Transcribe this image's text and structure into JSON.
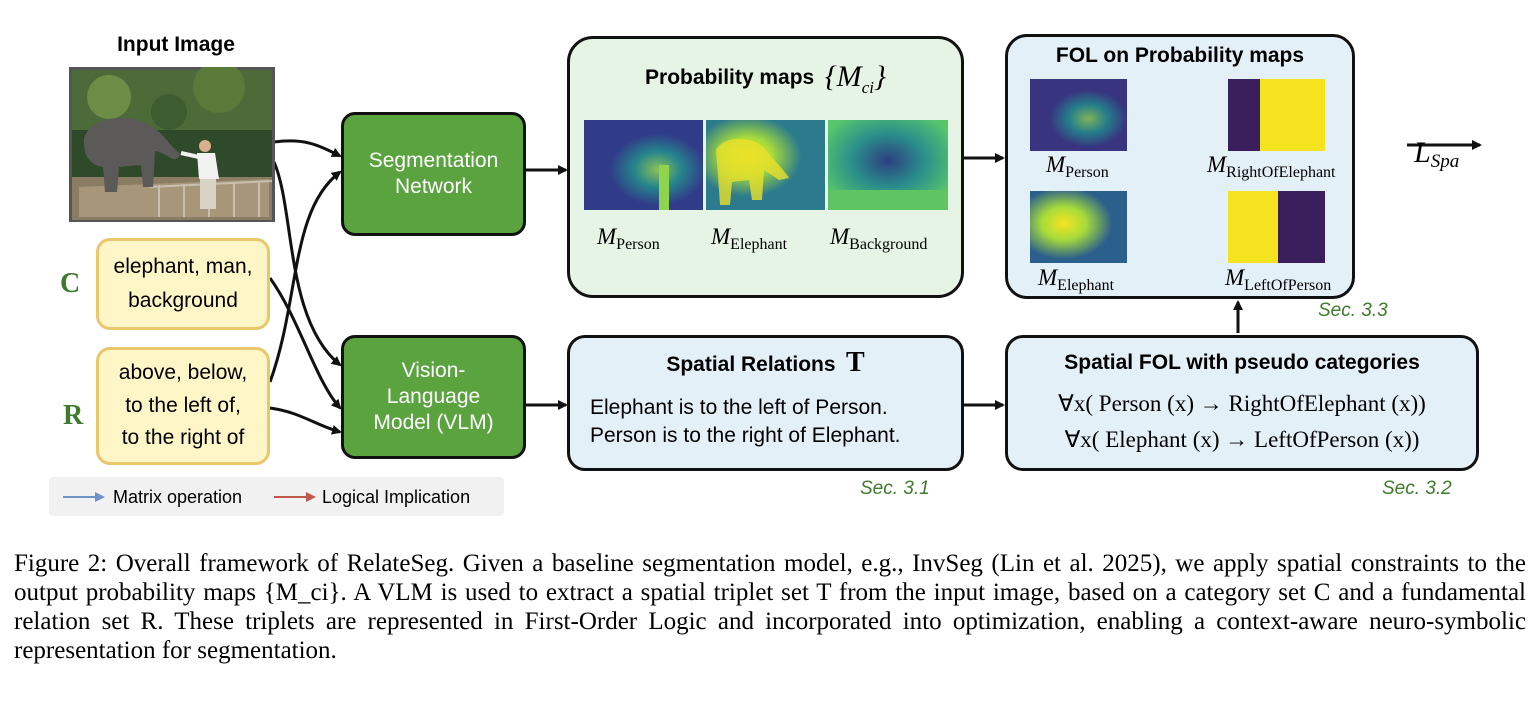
{
  "input_image": {
    "title": "Input Image"
  },
  "labels": {
    "C": "C",
    "R": "R"
  },
  "category_box": {
    "line1": "elephant, man,",
    "line2": "background"
  },
  "relation_box": {
    "line1": "above, below,",
    "line2": "to the left of,",
    "line3": "to the right of"
  },
  "seg_net": {
    "line1": "Segmentation",
    "line2": "Network"
  },
  "vlm": {
    "line1": "Vision-",
    "line2": "Language",
    "line3": "Model (VLM)"
  },
  "prob_maps": {
    "title": "Probability maps",
    "set_symbol": "{M",
    "set_sub": "ci",
    "set_close": "}",
    "maps": [
      {
        "M": "M",
        "sub": "Person"
      },
      {
        "M": "M",
        "sub": "Elephant"
      },
      {
        "M": "M",
        "sub": "Background"
      }
    ]
  },
  "fol_maps": {
    "title": "FOL on Probability maps",
    "left": [
      {
        "M": "M",
        "sub": "Person"
      },
      {
        "M": "M",
        "sub": "Elephant"
      }
    ],
    "right": [
      {
        "M": "M",
        "sub": "RightOfElephant"
      },
      {
        "M": "M",
        "sub": "LeftOfPerson"
      }
    ],
    "loss": "L",
    "loss_sub": "Spa"
  },
  "spatial_relations": {
    "title": "Spatial Relations",
    "symbol": "T",
    "line1": "Elephant is to the left of Person.",
    "line2": "Person is to the right of Elephant."
  },
  "spatial_fol": {
    "title": "Spatial FOL with pseudo categories",
    "line1": "∀x( Person (x) → RightOfElephant (x))",
    "line2": "∀x( Elephant (x) → LeftOfPerson (x))"
  },
  "sections": {
    "s31": "Sec. 3.1",
    "s32": "Sec. 3.2",
    "s33": "Sec. 3.3"
  },
  "legend": {
    "matrix": "Matrix operation",
    "logical": "Logical Implication"
  },
  "colors": {
    "green": "#5aa33f",
    "matrix_arrow": "#6d93c8",
    "logic_arrow": "#c0574b",
    "viridis_dark": "#3b1f5c",
    "viridis_yellow": "#f6e31f"
  },
  "caption": "Figure 2: Overall framework of RelateSeg. Given a baseline segmentation model, e.g., InvSeg (Lin et al. 2025), we apply spatial constraints to the output probability maps {M_ci}. A VLM is used to extract a spatial triplet set T from the input image, based on a category set C and a fundamental relation set R. These triplets are represented in First-Order Logic and incorporated into optimization, enabling a context-aware neuro-symbolic representation for segmentation."
}
